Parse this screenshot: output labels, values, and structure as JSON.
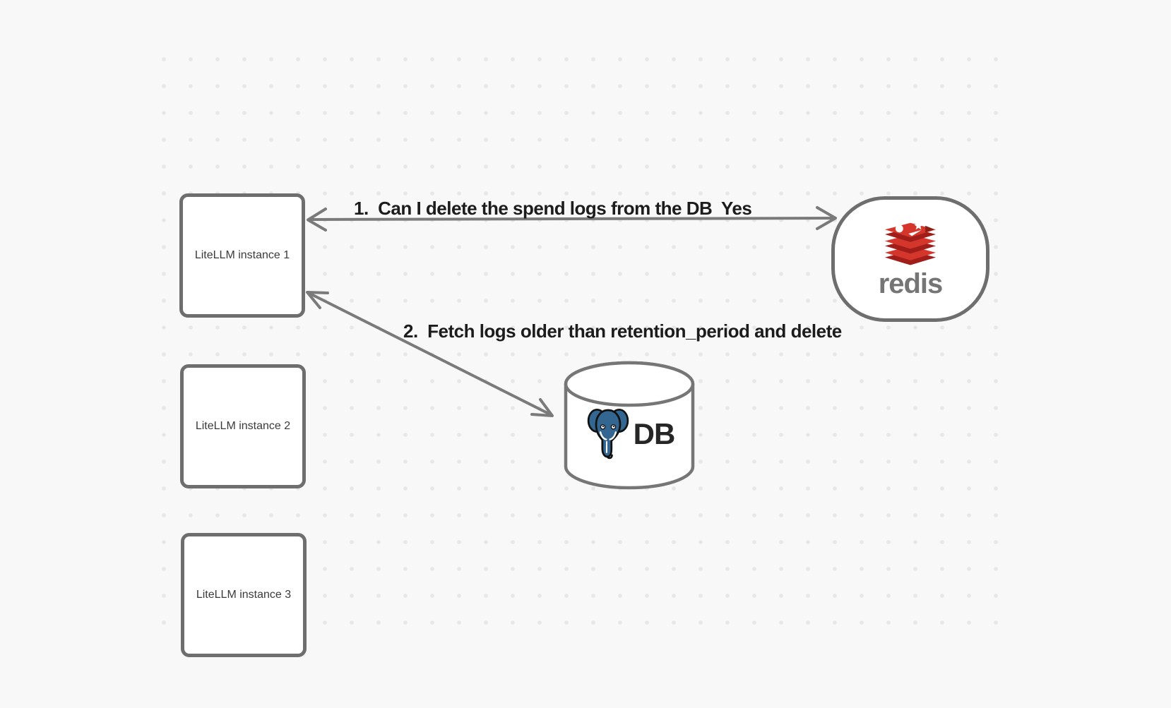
{
  "colors": {
    "background": "#f8f8f8",
    "grid_dot": "#e7e7e7",
    "shape_stroke": "#6e6e6e",
    "arrow_stroke": "#7a7a7a",
    "edge_label_text": "#1c1c1c",
    "box_label_text": "#3a3a3a",
    "redis_wordmark_gray": "#757575",
    "redis_red": "#d5362b",
    "redis_red_dark": "#a11d19",
    "postgres_blue": "#336791",
    "db_text": "#262626"
  },
  "nodes": {
    "litellm_instances": [
      {
        "label": "LiteLLM instance 1"
      },
      {
        "label": "LiteLLM instance 2"
      },
      {
        "label": "LiteLLM instance 3"
      }
    ],
    "redis": {
      "label": "redis",
      "icon": "redis-logo-icon"
    },
    "db": {
      "label": "DB",
      "icon": "postgresql-elephant-icon"
    }
  },
  "edges": [
    {
      "label": "1.  Can I delete the spend logs from the DB",
      "response": "Yes",
      "between": [
        "LiteLLM instance 1",
        "redis"
      ],
      "direction": "bidirectional"
    },
    {
      "label": "2.  Fetch logs older than retention_period and delete",
      "between": [
        "LiteLLM instance 1",
        "DB"
      ],
      "direction": "bidirectional"
    }
  ]
}
